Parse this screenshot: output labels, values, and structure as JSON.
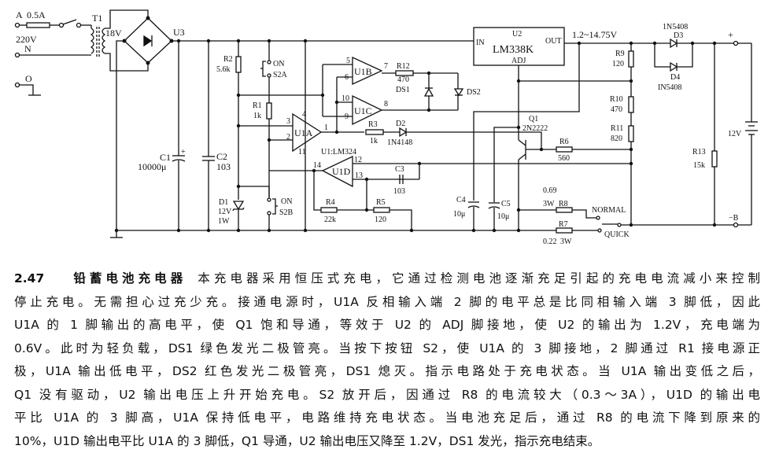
{
  "schematic": {
    "input": {
      "a": "A",
      "fuse": "0.5A",
      "voltage": "220V",
      "n": "N",
      "o": "O"
    },
    "t1": "T1",
    "secondary": "18V",
    "u3": "U3",
    "c1": {
      "name": "C1",
      "value": "10000μ"
    },
    "c2": {
      "name": "C2",
      "value": "103"
    },
    "r2": {
      "name": "R2",
      "value": "5.6k"
    },
    "s2a": {
      "on": "ON",
      "name": "S2A"
    },
    "r1": {
      "name": "R1",
      "value": "1k"
    },
    "d1": {
      "name": "D1",
      "v": "12V",
      "w": "1W"
    },
    "s2b": {
      "on": "ON",
      "name": "S2B"
    },
    "u1a": "U1A",
    "u1b": "U1B",
    "u1c": "U1C",
    "u1d": "U1D",
    "u1": "U1:LM324",
    "pins": {
      "p1": "1",
      "p2": "2",
      "p3": "3",
      "p4": "4",
      "p5": "5",
      "p6": "6",
      "p7": "7",
      "p8": "8",
      "p9": "9",
      "p10": "10",
      "p11": "11",
      "p12": "12",
      "p13": "13",
      "p14": "14"
    },
    "r12": {
      "name": "R12",
      "value": "470"
    },
    "ds1": "DS1",
    "ds2": "DS2",
    "r3": {
      "name": "R3",
      "value": "1k"
    },
    "d2": {
      "name": "D2",
      "value": "1N4148"
    },
    "c3": {
      "name": "C3",
      "value": "103"
    },
    "r4": {
      "name": "R4",
      "value": "22k"
    },
    "r5": {
      "name": "R5",
      "value": "120"
    },
    "u2": {
      "name": "U2",
      "part": "LM338K",
      "in": "IN",
      "out": "OUT",
      "adj": "ADJ"
    },
    "vout": "1.2~14.75V",
    "q1": {
      "name": "Q1",
      "part": "2N2222"
    },
    "r6": {
      "name": "R6",
      "value": "560"
    },
    "c4": {
      "name": "C4",
      "value": "10μ"
    },
    "c5": {
      "name": "C5",
      "value": "10μ"
    },
    "r8": {
      "name": "R8",
      "value": "0.69",
      "power": "3W"
    },
    "r7": {
      "name": "R7",
      "value": "0.22",
      "power": "3W"
    },
    "normal": "NORMAL",
    "quick": "QUICK",
    "r9": {
      "name": "R9",
      "value": "120"
    },
    "r10": {
      "name": "R10",
      "value": "470"
    },
    "r11": {
      "name": "R11",
      "value": "820"
    },
    "d3": {
      "name": "D3",
      "part": "1N5408"
    },
    "d4": {
      "name": "D4",
      "part": "IN5408"
    },
    "r13": {
      "name": "R13",
      "value": "15k"
    },
    "battery": "12V",
    "plus": "+",
    "minus_b": "−B"
  },
  "text": {
    "number": "2.47",
    "title": "铅蓄电池充电器",
    "lines": [
      "本充电器采用恒压式充电，它通过检测电池逐渐充足引起的充电电流减小来控制",
      "停止充电。无需担心过充少充。接通电源时，U1A 反相输入端 2 脚的电平总是比同相输入端 3 脚低，因此",
      "U1A 的 1 脚输出的高电平，使 Q1 饱和导通，等效于 U2 的 ADJ 脚接地，使 U2 的输出为 1.2V，充电端为",
      "0.6V。此时为轻负载，DS1 绿色发光二极管亮。当按下按钮 S2，使 U1A 的 3 脚接地，2 脚通过 R1 接电源正",
      "极，U1A 输出低电平，DS2 红色发光二极管亮，DS1 熄灭。指示电路处于充电状态。当 U1A 输出变低之后，",
      "Q1 没有驱动，U2 输出电压上升开始充电。S2 放开后，因通过 R8 的电流较大（0.3～3A），U1D 的输出电",
      "平比 U1A 的 3 脚高，U1A 保持低电平，电路维持充电状态。当电池充足后，通过 R8 的电流下降到原来的",
      "10%，U1D 输出电平比 U1A 的 3 脚低，Q1 导通，U2 输出电压又降至 1.2V，DS1 发光，指示充电结束。"
    ]
  }
}
